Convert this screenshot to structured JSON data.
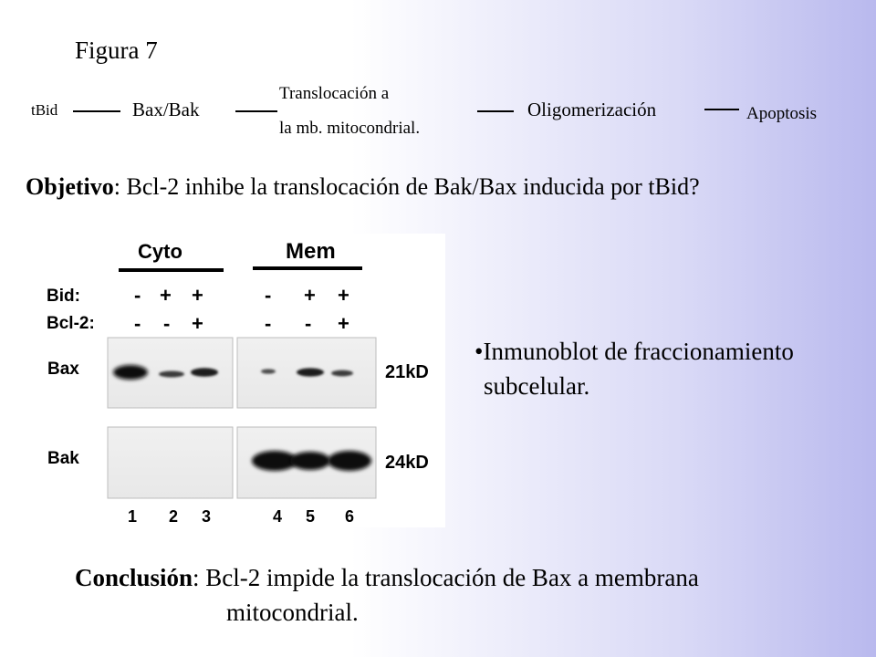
{
  "figure_title": "Figura 7",
  "pathway": {
    "steps": [
      "tBid",
      "Bax/Bak",
      "Translocación a",
      "la mb. mitocondrial.",
      "Oligomerización",
      "Apoptosis"
    ]
  },
  "objetivo": {
    "label": "Objetivo",
    "text": ": Bcl-2 inhibe la translocación de Bak/Bax inducida por tBid?"
  },
  "blot": {
    "headers": {
      "cyto": "Cyto",
      "mem": "Mem"
    },
    "row_labels": {
      "bid": "Bid:",
      "bcl2": "Bcl-2:"
    },
    "bid_signs": [
      "-",
      "+",
      "+",
      "-",
      "+",
      "+"
    ],
    "bcl2_signs": [
      "-",
      "-",
      "+",
      "-",
      "-",
      "+"
    ],
    "bands": {
      "bax": "Bax",
      "bak": "Bak"
    },
    "sizes": {
      "bax": "21kD",
      "bak": "24kD"
    },
    "lanes": [
      "1",
      "2",
      "3",
      "4",
      "5",
      "6"
    ]
  },
  "bullet": {
    "line1": "•Inmunoblot de fraccionamiento",
    "line2": "subcelular."
  },
  "conclusion": {
    "label": "Conclusión",
    "line1": ": Bcl-2 impide la translocación de Bax a membrana",
    "line2": "mitocondrial."
  },
  "colors": {
    "gradient_right": "#b9b9ee",
    "band_dark": "#111111",
    "blot_bg": "#efefef"
  }
}
